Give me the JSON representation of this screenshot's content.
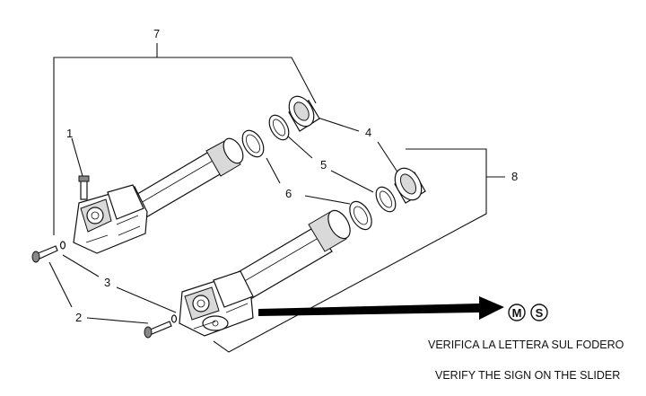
{
  "callouts": {
    "n1": "1",
    "n2": "2",
    "n3": "3",
    "n4": "4",
    "n5": "5",
    "n6": "6",
    "n7": "7",
    "n8": "8"
  },
  "badges": {
    "m": "M",
    "s": "S"
  },
  "captions": {
    "italian": "VERIFICA LA LETTERA SUL FODERO",
    "english": "VERIFY THE SIGN ON THE SLIDER"
  }
}
